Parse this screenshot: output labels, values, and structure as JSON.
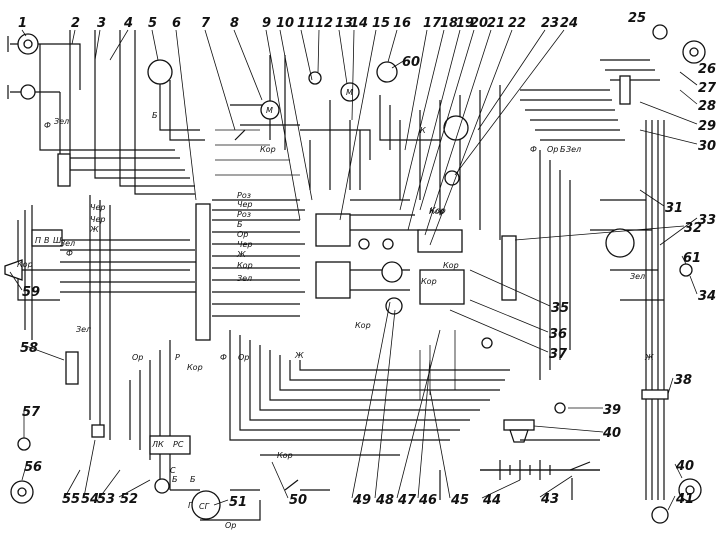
{
  "callouts": [
    {
      "n": "1"
    },
    {
      "n": "2"
    },
    {
      "n": "3"
    },
    {
      "n": "4"
    },
    {
      "n": "5"
    },
    {
      "n": "6"
    },
    {
      "n": "7"
    },
    {
      "n": "8"
    },
    {
      "n": "9"
    },
    {
      "n": "10"
    },
    {
      "n": "11"
    },
    {
      "n": "12"
    },
    {
      "n": "13"
    },
    {
      "n": "14"
    },
    {
      "n": "15"
    },
    {
      "n": "16"
    },
    {
      "n": "17"
    },
    {
      "n": "18"
    },
    {
      "n": "19"
    },
    {
      "n": "20"
    },
    {
      "n": "21"
    },
    {
      "n": "22"
    },
    {
      "n": "23"
    },
    {
      "n": "24"
    },
    {
      "n": "25"
    },
    {
      "n": "26"
    },
    {
      "n": "27"
    },
    {
      "n": "28"
    },
    {
      "n": "29"
    },
    {
      "n": "30"
    },
    {
      "n": "31"
    },
    {
      "n": "32"
    },
    {
      "n": "33"
    },
    {
      "n": "34"
    },
    {
      "n": "35"
    },
    {
      "n": "36"
    },
    {
      "n": "37"
    },
    {
      "n": "38"
    },
    {
      "n": "39"
    },
    {
      "n": "40"
    },
    {
      "n": "40"
    },
    {
      "n": "41"
    },
    {
      "n": "43"
    },
    {
      "n": "44"
    },
    {
      "n": "45"
    },
    {
      "n": "46"
    },
    {
      "n": "47"
    },
    {
      "n": "48"
    },
    {
      "n": "49"
    },
    {
      "n": "50"
    },
    {
      "n": "51"
    },
    {
      "n": "52"
    },
    {
      "n": "53"
    },
    {
      "n": "54"
    },
    {
      "n": "55"
    },
    {
      "n": "56"
    },
    {
      "n": "57"
    },
    {
      "n": "58"
    },
    {
      "n": "59"
    },
    {
      "n": "60"
    },
    {
      "n": "61"
    }
  ],
  "wire_labels": [
    {
      "t": "Ф"
    },
    {
      "t": "Зел"
    },
    {
      "t": "Б"
    },
    {
      "t": "Чер"
    },
    {
      "t": "Чер"
    },
    {
      "t": "Ж"
    },
    {
      "t": "Зел"
    },
    {
      "t": "Ф"
    },
    {
      "t": "Роз"
    },
    {
      "t": "Чер"
    },
    {
      "t": "Роз"
    },
    {
      "t": "Б"
    },
    {
      "t": "Ор"
    },
    {
      "t": "Чер"
    },
    {
      "t": "Ж"
    },
    {
      "t": "Кор"
    },
    {
      "t": "Зел"
    },
    {
      "t": "Кор"
    },
    {
      "t": "Кор"
    },
    {
      "t": "Кор"
    },
    {
      "t": "Кор"
    },
    {
      "t": "Кор"
    },
    {
      "t": "Кор"
    },
    {
      "t": "Зел"
    },
    {
      "t": "Ор"
    },
    {
      "t": "Ор"
    },
    {
      "t": "Кор"
    },
    {
      "t": "Ор"
    },
    {
      "t": "Зел"
    },
    {
      "t": "Ф"
    },
    {
      "t": "Ж"
    },
    {
      "t": "Кор"
    },
    {
      "t": "Б"
    },
    {
      "t": "Зел"
    },
    {
      "t": "Ф"
    },
    {
      "t": "Ж"
    },
    {
      "t": "Кор"
    },
    {
      "t": "Ор"
    },
    {
      "t": "Р"
    }
  ],
  "terminal_labels": [
    {
      "t": "П"
    },
    {
      "t": "В"
    },
    {
      "t": "Ш"
    },
    {
      "t": "ЛК"
    },
    {
      "t": "РС"
    },
    {
      "t": "СГ"
    },
    {
      "t": "М"
    },
    {
      "t": "М"
    },
    {
      "t": "Г"
    },
    {
      "t": "Б"
    },
    {
      "t": "Б"
    },
    {
      "t": "С"
    },
    {
      "t": "К"
    }
  ]
}
